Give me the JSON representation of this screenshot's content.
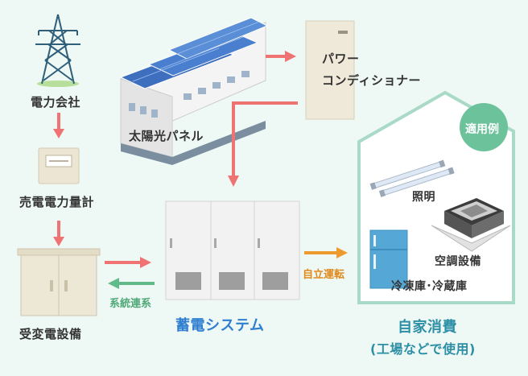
{
  "diagram": {
    "nodes": {
      "power_company": "電力会社",
      "sale_meter": "売電電力量計",
      "receiving_equipment": "受変電設備",
      "solar_panel": "太陽光パネル",
      "power_conditioner_line1": "パワー",
      "power_conditioner_line2": "コンディショナー",
      "storage_system": "蓄電システム",
      "self_consumption": "自家消費",
      "self_consumption_sub": "(工場などで使用)"
    },
    "application": {
      "badge": "適用例",
      "lighting": "照明",
      "air_conditioning": "空調設備",
      "refrigeration": "冷凍庫･冷蔵庫"
    },
    "edges": {
      "grid_link": "系統連系",
      "independent_operation": "自立運転"
    },
    "colors": {
      "background": "#eef8f4",
      "arrow_red": "#ee7372",
      "arrow_green": "#62b98a",
      "arrow_orange": "#ef9a2f",
      "accent_blue": "#2f7fd1",
      "accent_teal": "#2c8fa6",
      "badge_green": "#6cc29b"
    }
  }
}
